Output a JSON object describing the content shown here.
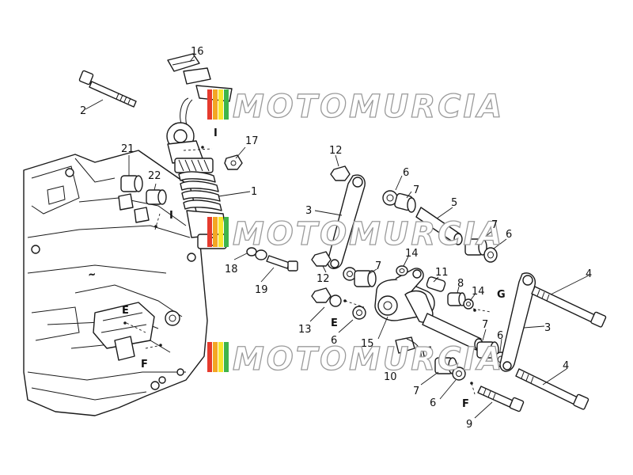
{
  "colors": {
    "line": "#1a1a1a",
    "watermark_stroke": "#9b9b9b",
    "watermark_stripes": [
      "#e63b2e",
      "#f4a623",
      "#f7e62b",
      "#3fb54a"
    ]
  },
  "watermark": {
    "text": "MOTOMURCIA"
  },
  "callouts": {
    "c1": "1",
    "c2": "2",
    "c3a": "3",
    "c3b": "3",
    "c4a": "4",
    "c4b": "4",
    "c5": "5",
    "c6a": "6",
    "c6b": "6",
    "c6c": "6",
    "c6d": "6",
    "c6e": "6",
    "c7a": "7",
    "c7b": "7",
    "c7c": "7",
    "c7d": "7",
    "c7e": "7",
    "c8": "8",
    "c9": "9",
    "c10": "10",
    "c11": "11",
    "c12a": "12",
    "c12b": "12",
    "c13": "13",
    "c14a": "14",
    "c14b": "14",
    "c15": "15",
    "c16": "16",
    "c17": "17",
    "c18": "18",
    "c19": "19",
    "c21": "21",
    "c22": "22"
  },
  "refs": {
    "i1": "I",
    "i2": "I",
    "e1": "E",
    "e2": "E",
    "f1": "F",
    "f2": "F",
    "g1": "G"
  }
}
